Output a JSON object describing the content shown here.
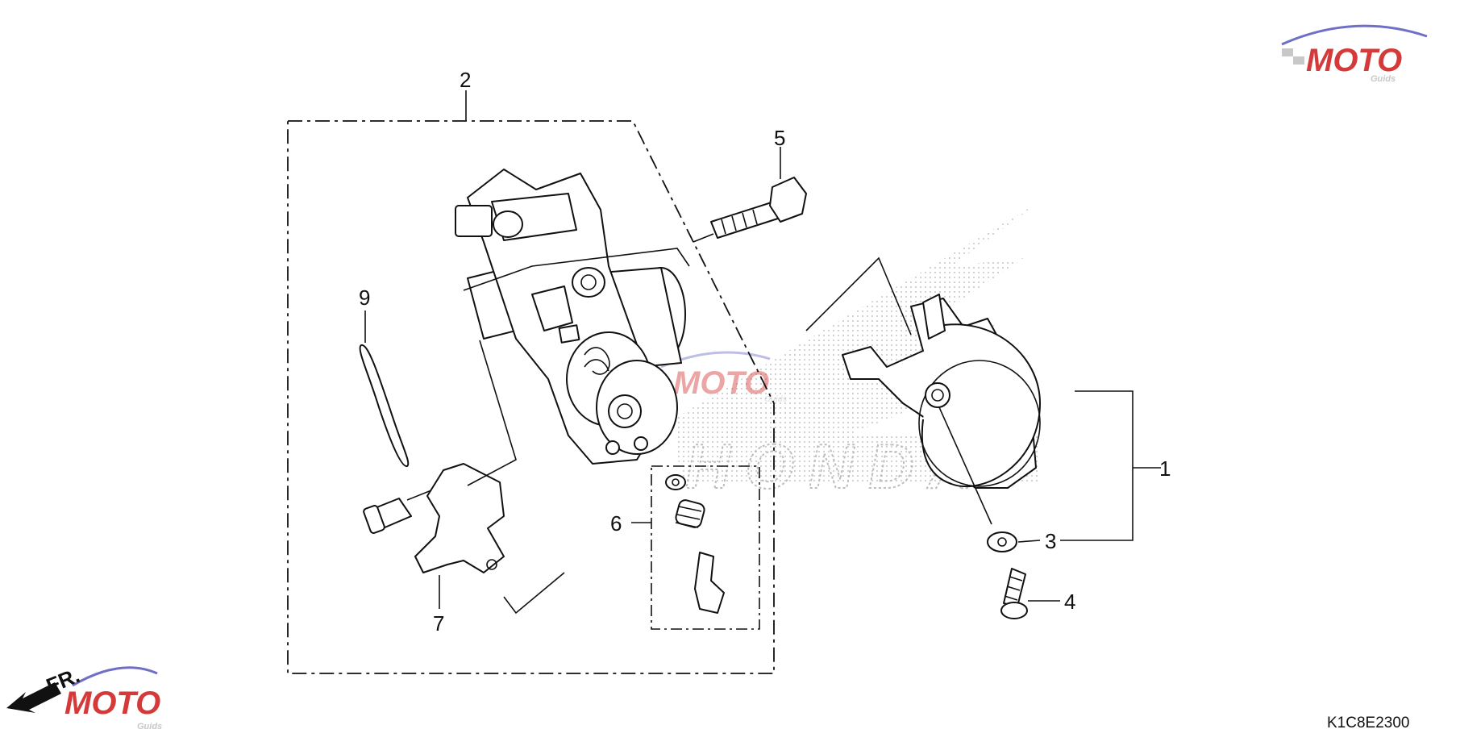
{
  "diagram": {
    "callouts": [
      "1",
      "2",
      "3",
      "4",
      "5",
      "6",
      "7",
      "9"
    ],
    "drawing_code": "K1C8E2300",
    "direction_label": "FR.",
    "watermark": {
      "brand": "MOTO",
      "tagline": "Guids",
      "emblem": "HONDA"
    },
    "colors": {
      "line": "#111111",
      "watermark_red": "#d43a3a",
      "watermark_blue": "#6f6fc8",
      "watermark_gray": "#c8c8c8"
    }
  }
}
